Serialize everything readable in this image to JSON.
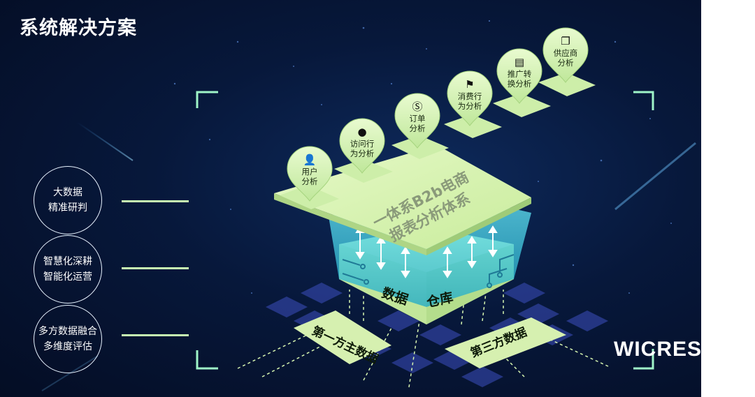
{
  "slide_title": "系统解决方案",
  "capabilities": [
    {
      "line1": "大数据",
      "line2": "精准研判"
    },
    {
      "line1": "智慧化深耕",
      "line2": "智能化运营"
    },
    {
      "line1": "多方数据融合",
      "line2": "多维度评估"
    }
  ],
  "analysis_pins": [
    {
      "icon": "user-icon",
      "line1": "用户",
      "line2": "分析"
    },
    {
      "icon": "globe-icon",
      "line1": "访问行",
      "line2": "为分析"
    },
    {
      "icon": "order-icon",
      "line1": "订单",
      "line2": "分析"
    },
    {
      "icon": "flag-icon",
      "line1": "消费行",
      "line2": "为分析"
    },
    {
      "icon": "store-icon",
      "line1": "推广转",
      "line2": "换分析"
    },
    {
      "icon": "documents-icon",
      "line1": "供应商",
      "line2": "分析"
    }
  ],
  "platform": {
    "line1": "一体系B2b电商",
    "line2": "报表分析体系"
  },
  "warehouse": {
    "left": "数据",
    "right": "仓库"
  },
  "sources": {
    "first_party": "第一方主数据",
    "third_party": "第三方数据"
  },
  "brand": {
    "name": "WICRESOFT",
    "mark": "®"
  },
  "colors": {
    "background": "#061a40",
    "accent_green": "#d6f5b0",
    "glow_cyan": "#4fe3f0",
    "text": "#ffffff"
  }
}
